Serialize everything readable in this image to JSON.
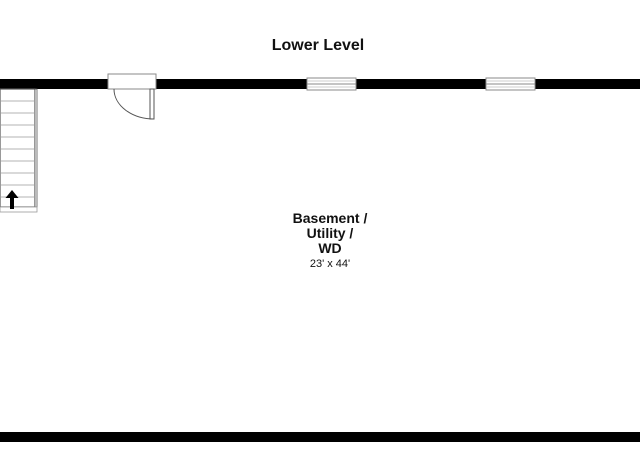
{
  "floor": {
    "title": "Lower Level"
  },
  "rooms": [
    {
      "name_lines": [
        "Basement /",
        "Utility /",
        "WD"
      ],
      "dimensions": "23' x 44'"
    }
  ],
  "colors": {
    "wall": "#000000",
    "background": "#ffffff",
    "fixture_outline": "#8a8a8a"
  },
  "icons": {
    "stairs_direction": "up-arrow-icon"
  }
}
